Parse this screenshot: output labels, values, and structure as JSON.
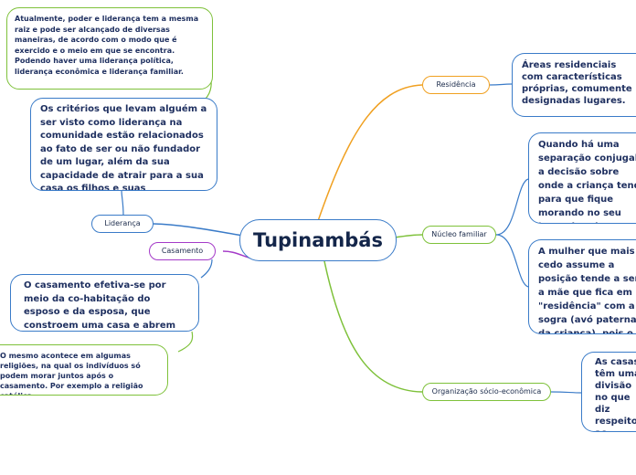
{
  "diagram": {
    "central": {
      "label": "Tupinambás"
    },
    "branches": {
      "residencia": {
        "label": "Residência",
        "note": "Áreas residenciais com características próprias, comumente designadas lugares."
      },
      "nucleo": {
        "label": "Núcleo familiar",
        "note1": "Quando há uma separação conjugal, a decisão sobre onde a criança tende para que fique morando no seu lugar de origem. Assim, na maioria dos casos, a criança reside com a mãe e seus parentes de linha materna.",
        "note2": "A mulher que mais cedo assume a posição tende a ser a mãe que fica em \"residência\" com a sogra (avó paterna da criança), pois o mais frequente é que o casal resida junto da casa da mãe do esposo."
      },
      "organizacao": {
        "label": "Organização sócio-econômica",
        "note": "As casas têm uma divisão no que diz respeito ao consumo, a roça e a família que pertence ao grupo que cultiva."
      },
      "lideranca": {
        "label": "Liderança",
        "note1": "Atualmente, poder e liderança tem a mesma raiz e pode ser alcançado de diversas maneiras, de acordo com o modo que é exercido e o meio em que se encontra. Podendo haver uma liderança política, liderança econômica e liderança familiar.",
        "note2": "Os critérios que levam alguém a ser visto como liderança na comunidade estão relacionados ao fato de ser ou não fundador de um lugar, além da sua capacidade de atrair para a sua casa os filhos e suas respectivas famílias."
      },
      "casamento": {
        "label": "Casamento",
        "note1": "O casamento efetiva-se por meio da co-habitação do esposo e da esposa, que constroem uma casa e abrem uma roça.",
        "note2": "O mesmo acontece em algumas religiões, na qual os indivíduos só podem morar juntos após o casamento. Por exemplo a religião católica."
      }
    }
  },
  "colors": {
    "orange": "#f0a020",
    "green": "#7ec13a",
    "blue": "#3a7bc8",
    "purple": "#a43ac8",
    "text": "#1f3060"
  }
}
